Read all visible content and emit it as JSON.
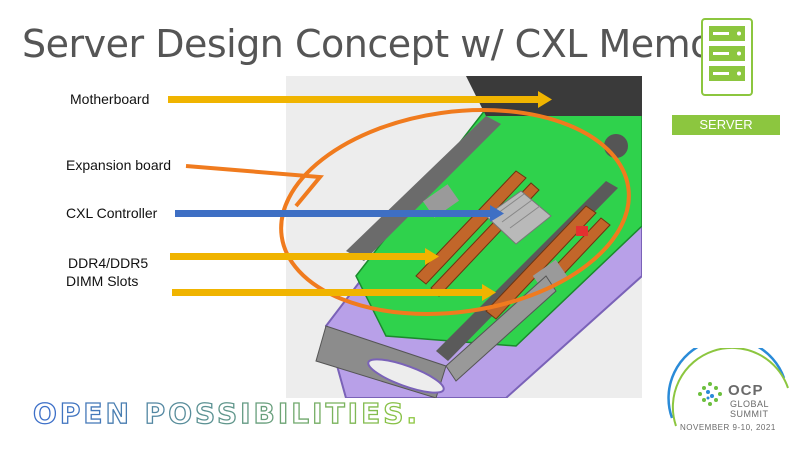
{
  "slide": {
    "title": "Server Design Concept w/ CXL Memory",
    "tagline": "OPEN POSSIBILITIES."
  },
  "labels": {
    "motherboard": "Motherboard",
    "expansion_board": "Expansion board",
    "cxl_controller": "CXL Controller",
    "dimm_line1": "DDR4/DDR5",
    "dimm_line2": "DIMM Slots"
  },
  "server_icon": {
    "icon": "server-rack-icon",
    "badge_label": "SERVER"
  },
  "ocp_badge": {
    "title": "OCP",
    "subtitle_line1": "GLOBAL",
    "subtitle_line2": "SUMMIT",
    "date": "NOVEMBER 9-10, 2021"
  },
  "colors": {
    "title_text": "#555555",
    "arrow_orange": "#f0b400",
    "arrow_blue": "#3e6fc4",
    "callout_orange": "#f07b1e",
    "server_green": "#8cc63f",
    "board_green": "#2dd14a",
    "chassis_purple": "#a58ce0"
  }
}
